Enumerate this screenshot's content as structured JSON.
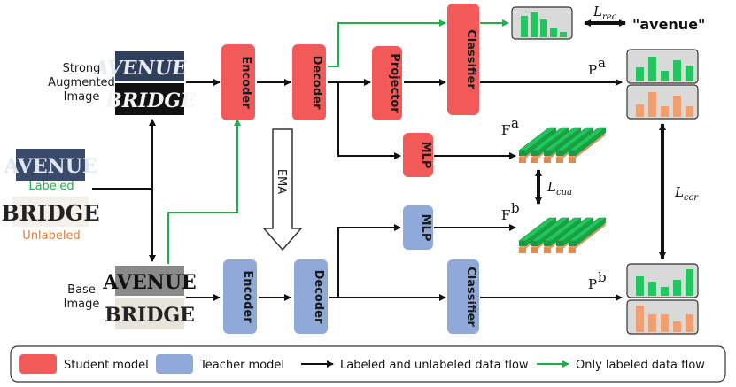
{
  "colors": {
    "student": "#f25a5a",
    "teacher": "#8fa9d8",
    "labeled_flow": "#1bb14a",
    "all_flow": "#111111",
    "bar_green": "#22c55e",
    "bar_orange": "#f0a070",
    "panel_gray": "#d9d9d9"
  },
  "inputs": {
    "strong_label": [
      "Strong",
      "Augmented",
      "Image"
    ],
    "base_label": [
      "Base",
      "Image"
    ],
    "labeled": "Labeled",
    "unlabeled": "Unlabeled",
    "word_avenue": "AVENUE",
    "word_bridge": "BRIDGE",
    "word_avenue_distorted": "AVENUE"
  },
  "blocks": {
    "encoder": "Encoder",
    "decoder": "Decoder",
    "projector": "Projector",
    "classifier": "Classifier",
    "mlp": "MLP",
    "ema": "EMA"
  },
  "outputs": {
    "pa_base": "P",
    "pa_sup": "a",
    "pb_base": "P",
    "pb_sup": "b",
    "fa_base": "F",
    "fa_sup": "a",
    "fb_base": "F",
    "fb_sup": "b",
    "target_word": "\"avenue\""
  },
  "losses": {
    "rec_base": "L",
    "rec_sub": "rec",
    "cua_base": "L",
    "cua_sub": "cua",
    "ccr_base": "L",
    "ccr_sub": "ccr"
  },
  "legend": {
    "student": "Student model",
    "teacher": "Teacher model",
    "all_flow": "Labeled and unlabeled data flow",
    "labeled_flow": "Only labeled data flow"
  }
}
